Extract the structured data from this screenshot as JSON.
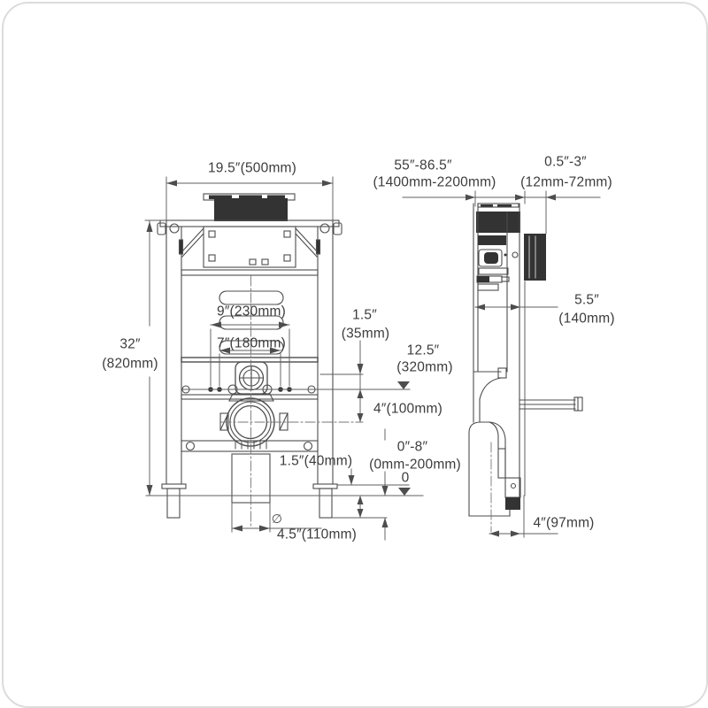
{
  "drawing_type": "toilet-carrier-frame-dimension-diagram",
  "colors": {
    "line": "#4d4d4d",
    "thin_line": "#6e6e6e",
    "dark_fill": "#333333",
    "text": "#3c3c3c",
    "card_border": "#dcdcdc"
  },
  "labels": {
    "front": {
      "width": "19.5″(500mm)",
      "height_in": "32″",
      "height_mm": "(820mm)",
      "slot_width": "9″(230mm)",
      "bolt_width": "7″(180mm)",
      "flush_offset_in": "1.5″",
      "flush_offset_mm": "(35mm)",
      "supply_height_in": "12.5″",
      "supply_height_mm": "(320mm)",
      "drain_height": "4″(100mm)",
      "adjust_in": "0″-8″",
      "adjust_mm": "(0mm-200mm)",
      "zero": "0",
      "leg": "1.5″(40mm)",
      "outlet_width": "4.5″(110mm)",
      "diameter_symbol": "∅"
    },
    "side": {
      "install_in": "55″-86.5″",
      "install_mm": "(1400mm-2200mm)",
      "finish_in": "0.5″-3″",
      "finish_mm": "(12mm-72mm)",
      "depth_in": "5.5″",
      "depth_mm": "(140mm)",
      "outlet_offset": "4″(97mm)"
    }
  }
}
